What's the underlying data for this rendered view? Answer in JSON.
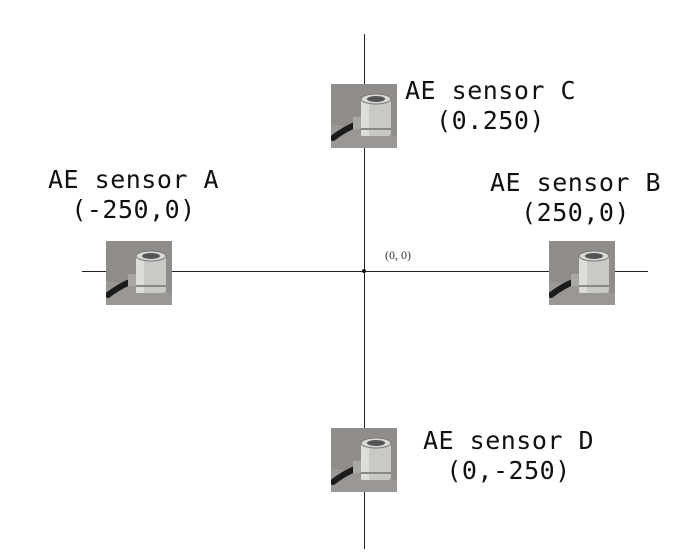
{
  "origin_label": "(0, 0)",
  "sensors": [
    {
      "id": "A",
      "name": "AE sensor A",
      "coord": "(-250,0)"
    },
    {
      "id": "B",
      "name": "AE sensor B",
      "coord": "(250,0)"
    },
    {
      "id": "C",
      "name": "AE sensor C",
      "coord": "(0.250)"
    },
    {
      "id": "D",
      "name": "AE sensor D",
      "coord": "(0,-250)"
    }
  ],
  "colors": {
    "axis": "#222222",
    "sensor_bg": "#8f8c89",
    "sensor_body": "#c9c9c6",
    "cable": "#1b1b1b"
  }
}
